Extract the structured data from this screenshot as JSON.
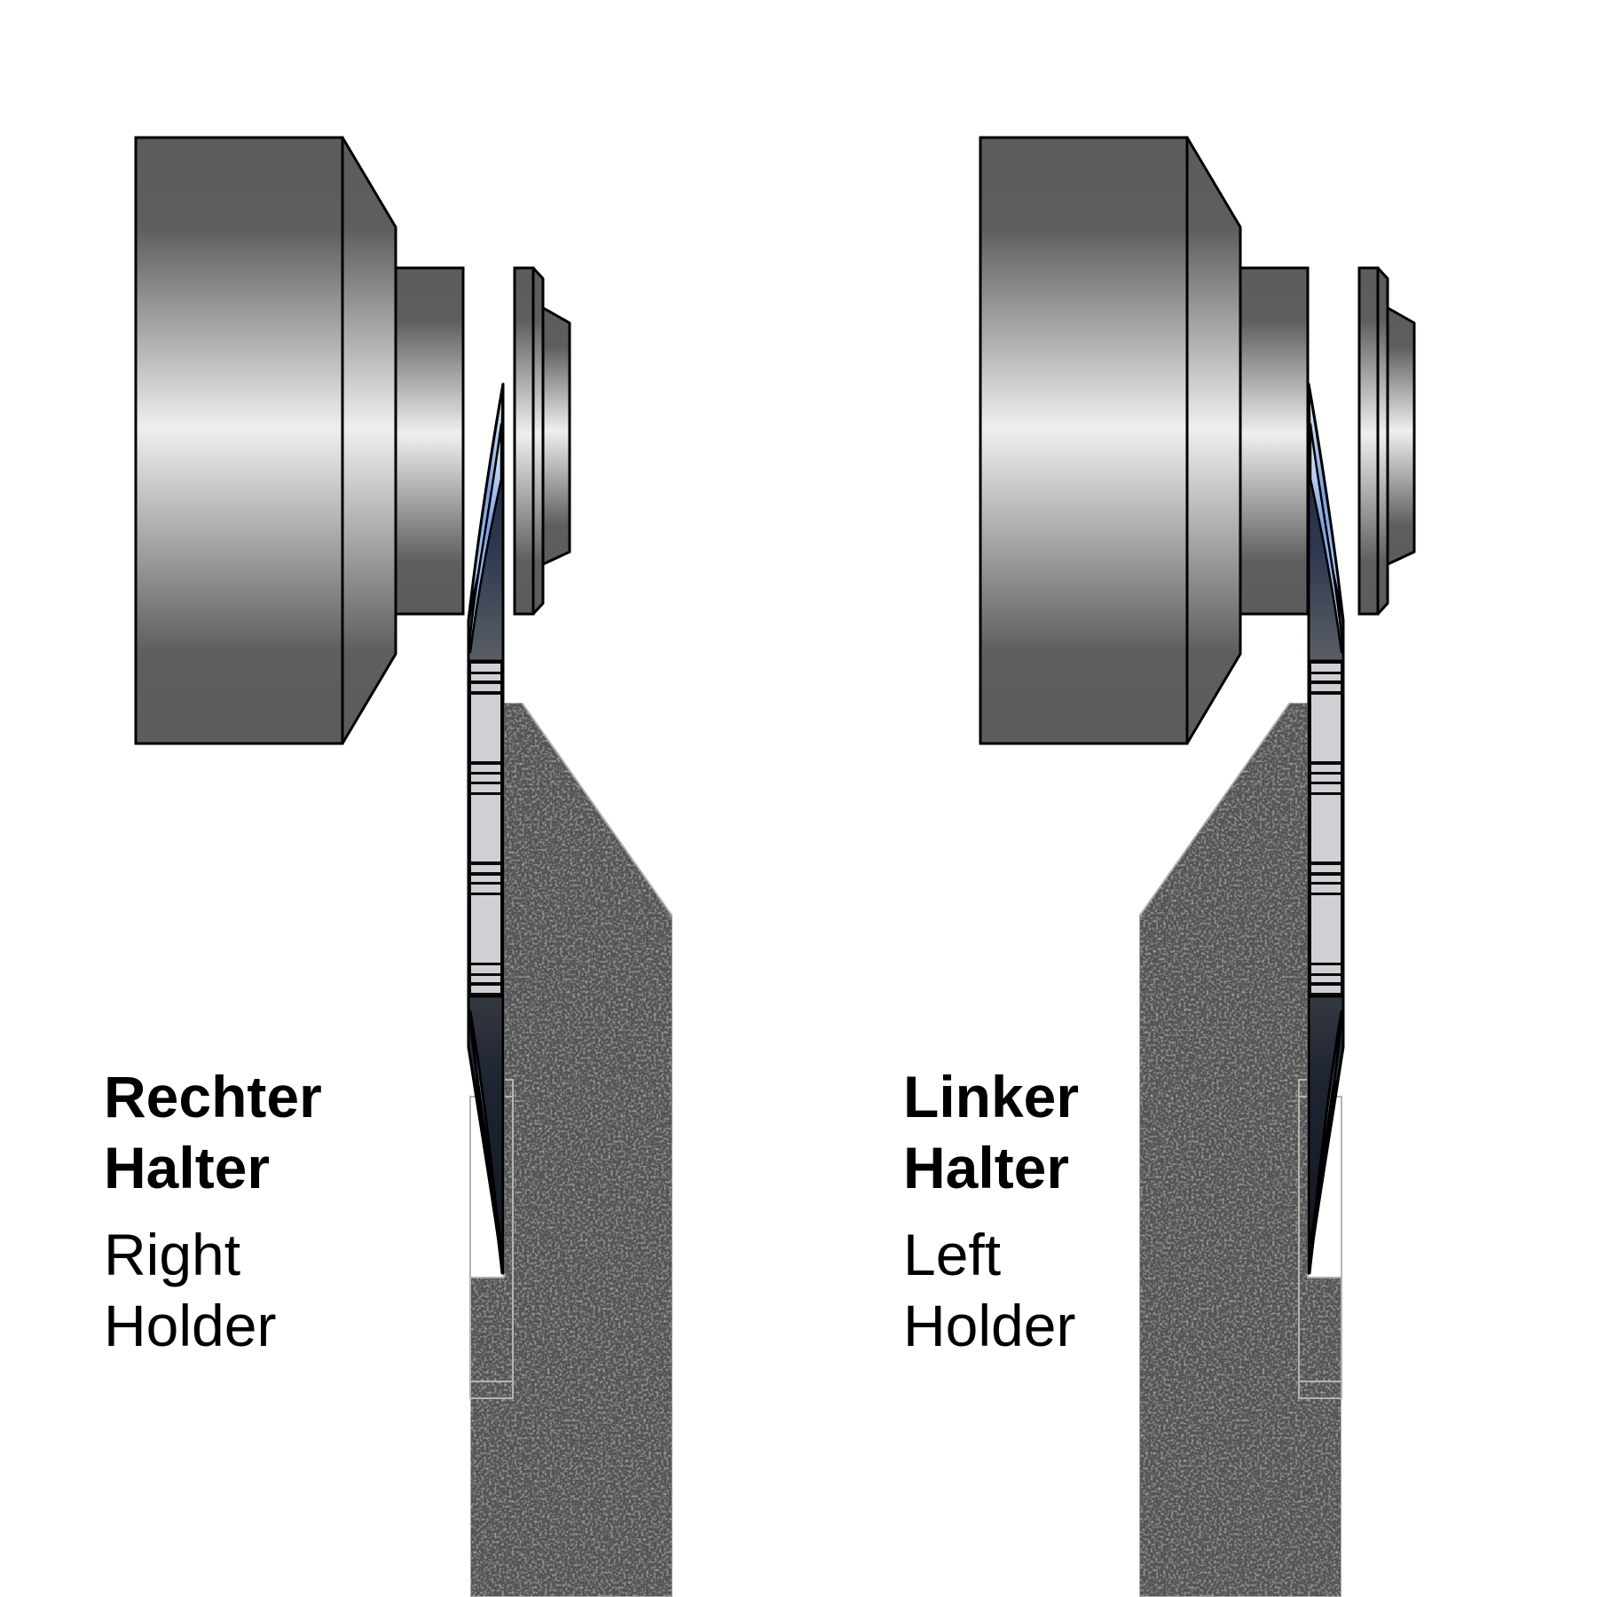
{
  "figure": {
    "type": "technical illustration",
    "subject": "cutting blade holders (left / right)",
    "colors": {
      "background": "#ffffff",
      "outline": "#000000",
      "metal_dark": "#5c5c5c",
      "metal_light": "#eeeeee",
      "holder": "#505050",
      "holder_edge": "#b0b0b0",
      "blade_dark": "#1c2233",
      "blade_blue": "#7f9fe0",
      "blade_highlight": "#e8f8ff",
      "blade_band": "#cfcfd4"
    }
  },
  "panels": [
    {
      "id": "right-holder",
      "title_de_line1": "Rechter",
      "title_de_line2": "Halter",
      "title_en_line1": "Right",
      "title_en_line2": "Holder"
    },
    {
      "id": "left-holder",
      "title_de_line1": "Linker",
      "title_de_line2": "Halter",
      "title_en_line1": "Left",
      "title_en_line2": "Holder"
    }
  ]
}
